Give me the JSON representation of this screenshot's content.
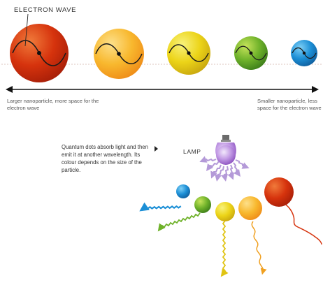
{
  "labels": {
    "electron_wave": "ELECTRON WAVE",
    "larger_desc": "Larger nanoparticle, more space for the electron wave",
    "smaller_desc": "Smaller nanoparticle, less space for the electron wave",
    "quantum_desc": "Quantum dots absorb light and then emit it at another wavelength. Its colour depends on the size of the particle.",
    "lamp": "LAMP"
  },
  "colors": {
    "red": "#d6330d",
    "orange": "#f5a11e",
    "yellow": "#ecd418",
    "green": "#5aa324",
    "blue": "#1c8fd6",
    "lamp": "#9d5fc9",
    "rays": "#b49ad8"
  },
  "particles_top": [
    {
      "name": "particle-red-large",
      "color": "red",
      "size_rank": 1
    },
    {
      "name": "particle-orange",
      "color": "orange",
      "size_rank": 2
    },
    {
      "name": "particle-yellow",
      "color": "yellow",
      "size_rank": 3
    },
    {
      "name": "particle-green",
      "color": "green",
      "size_rank": 4
    },
    {
      "name": "particle-blue-small",
      "color": "blue",
      "size_rank": 5
    }
  ],
  "emitters": [
    {
      "name": "emitter-blue",
      "color": "blue"
    },
    {
      "name": "emitter-green",
      "color": "green"
    },
    {
      "name": "emitter-yellow",
      "color": "yellow"
    },
    {
      "name": "emitter-orange",
      "color": "orange"
    },
    {
      "name": "emitter-red",
      "color": "red"
    }
  ]
}
